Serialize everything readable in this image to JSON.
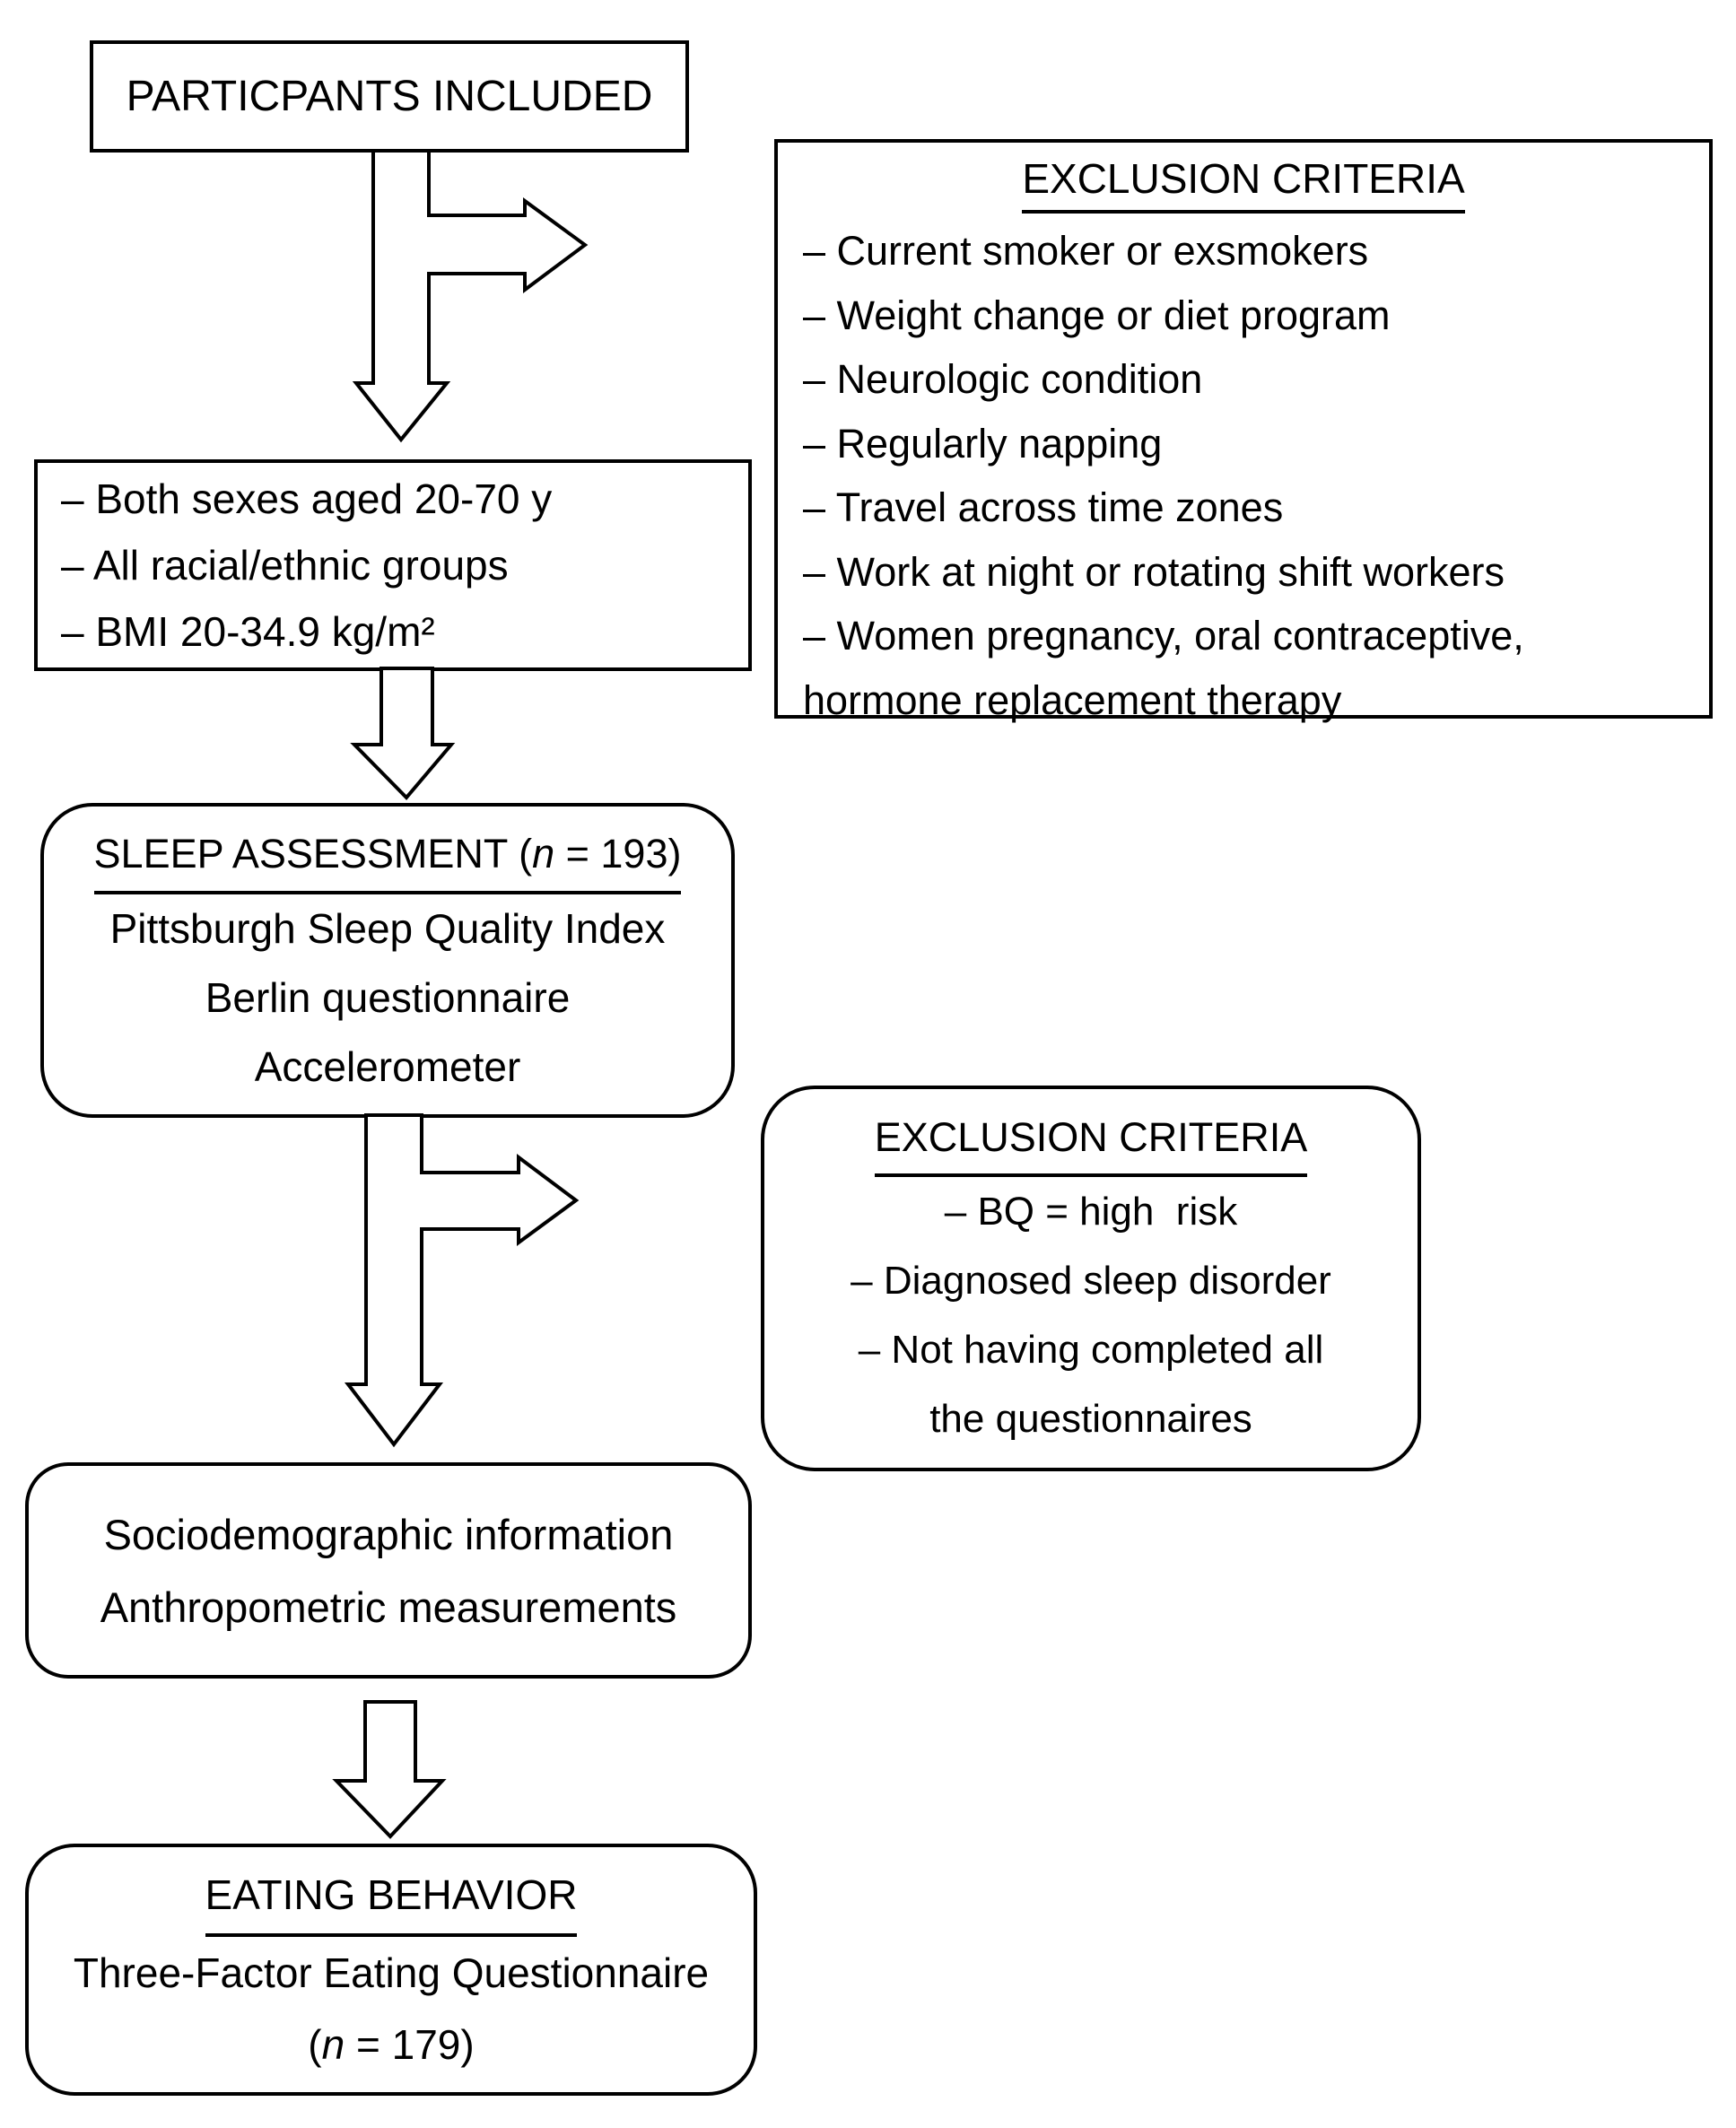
{
  "boxes": {
    "participants": {
      "title": "PARTICPANTS INCLUDED"
    },
    "exclusion_top": {
      "title": "EXCLUSION CRITERIA",
      "items": [
        "– Current smoker or exsmokers",
        "– Weight change or diet program",
        "– Neurologic condition",
        "– Regularly napping",
        "– Travel across time zones",
        "– Work at night or rotating shift workers",
        "– Women pregnancy, oral contraceptive,",
        "hormone replacement therapy"
      ]
    },
    "eligibility": {
      "items": [
        "– Both sexes aged 20-70 y",
        "– All racial/ethnic groups",
        "– BMI 20-34.9 kg/m²"
      ]
    },
    "sleep": {
      "title_prefix": "SLEEP ASSESSMENT (",
      "title_n": "n",
      "title_suffix": " = 193)",
      "lines": [
        "Pittsburgh Sleep Quality Index",
        "Berlin questionnaire",
        "Accelerometer"
      ]
    },
    "exclusion_mid": {
      "title": "EXCLUSION CRITERIA",
      "items": [
        "– BQ = high  risk",
        "– Diagnosed sleep disorder",
        "– Not having completed all",
        "the questionnaires"
      ]
    },
    "socio": {
      "lines": [
        "Sociodemographic information",
        "Anthropometric measurements"
      ]
    },
    "eating": {
      "title": "EATING BEHAVIOR",
      "line": "Three-Factor Eating Questionnaire",
      "count_prefix": "(",
      "count_n": "n",
      "count_suffix": " = 179)"
    }
  },
  "colors": {
    "stroke": "#000000",
    "background": "#ffffff"
  }
}
